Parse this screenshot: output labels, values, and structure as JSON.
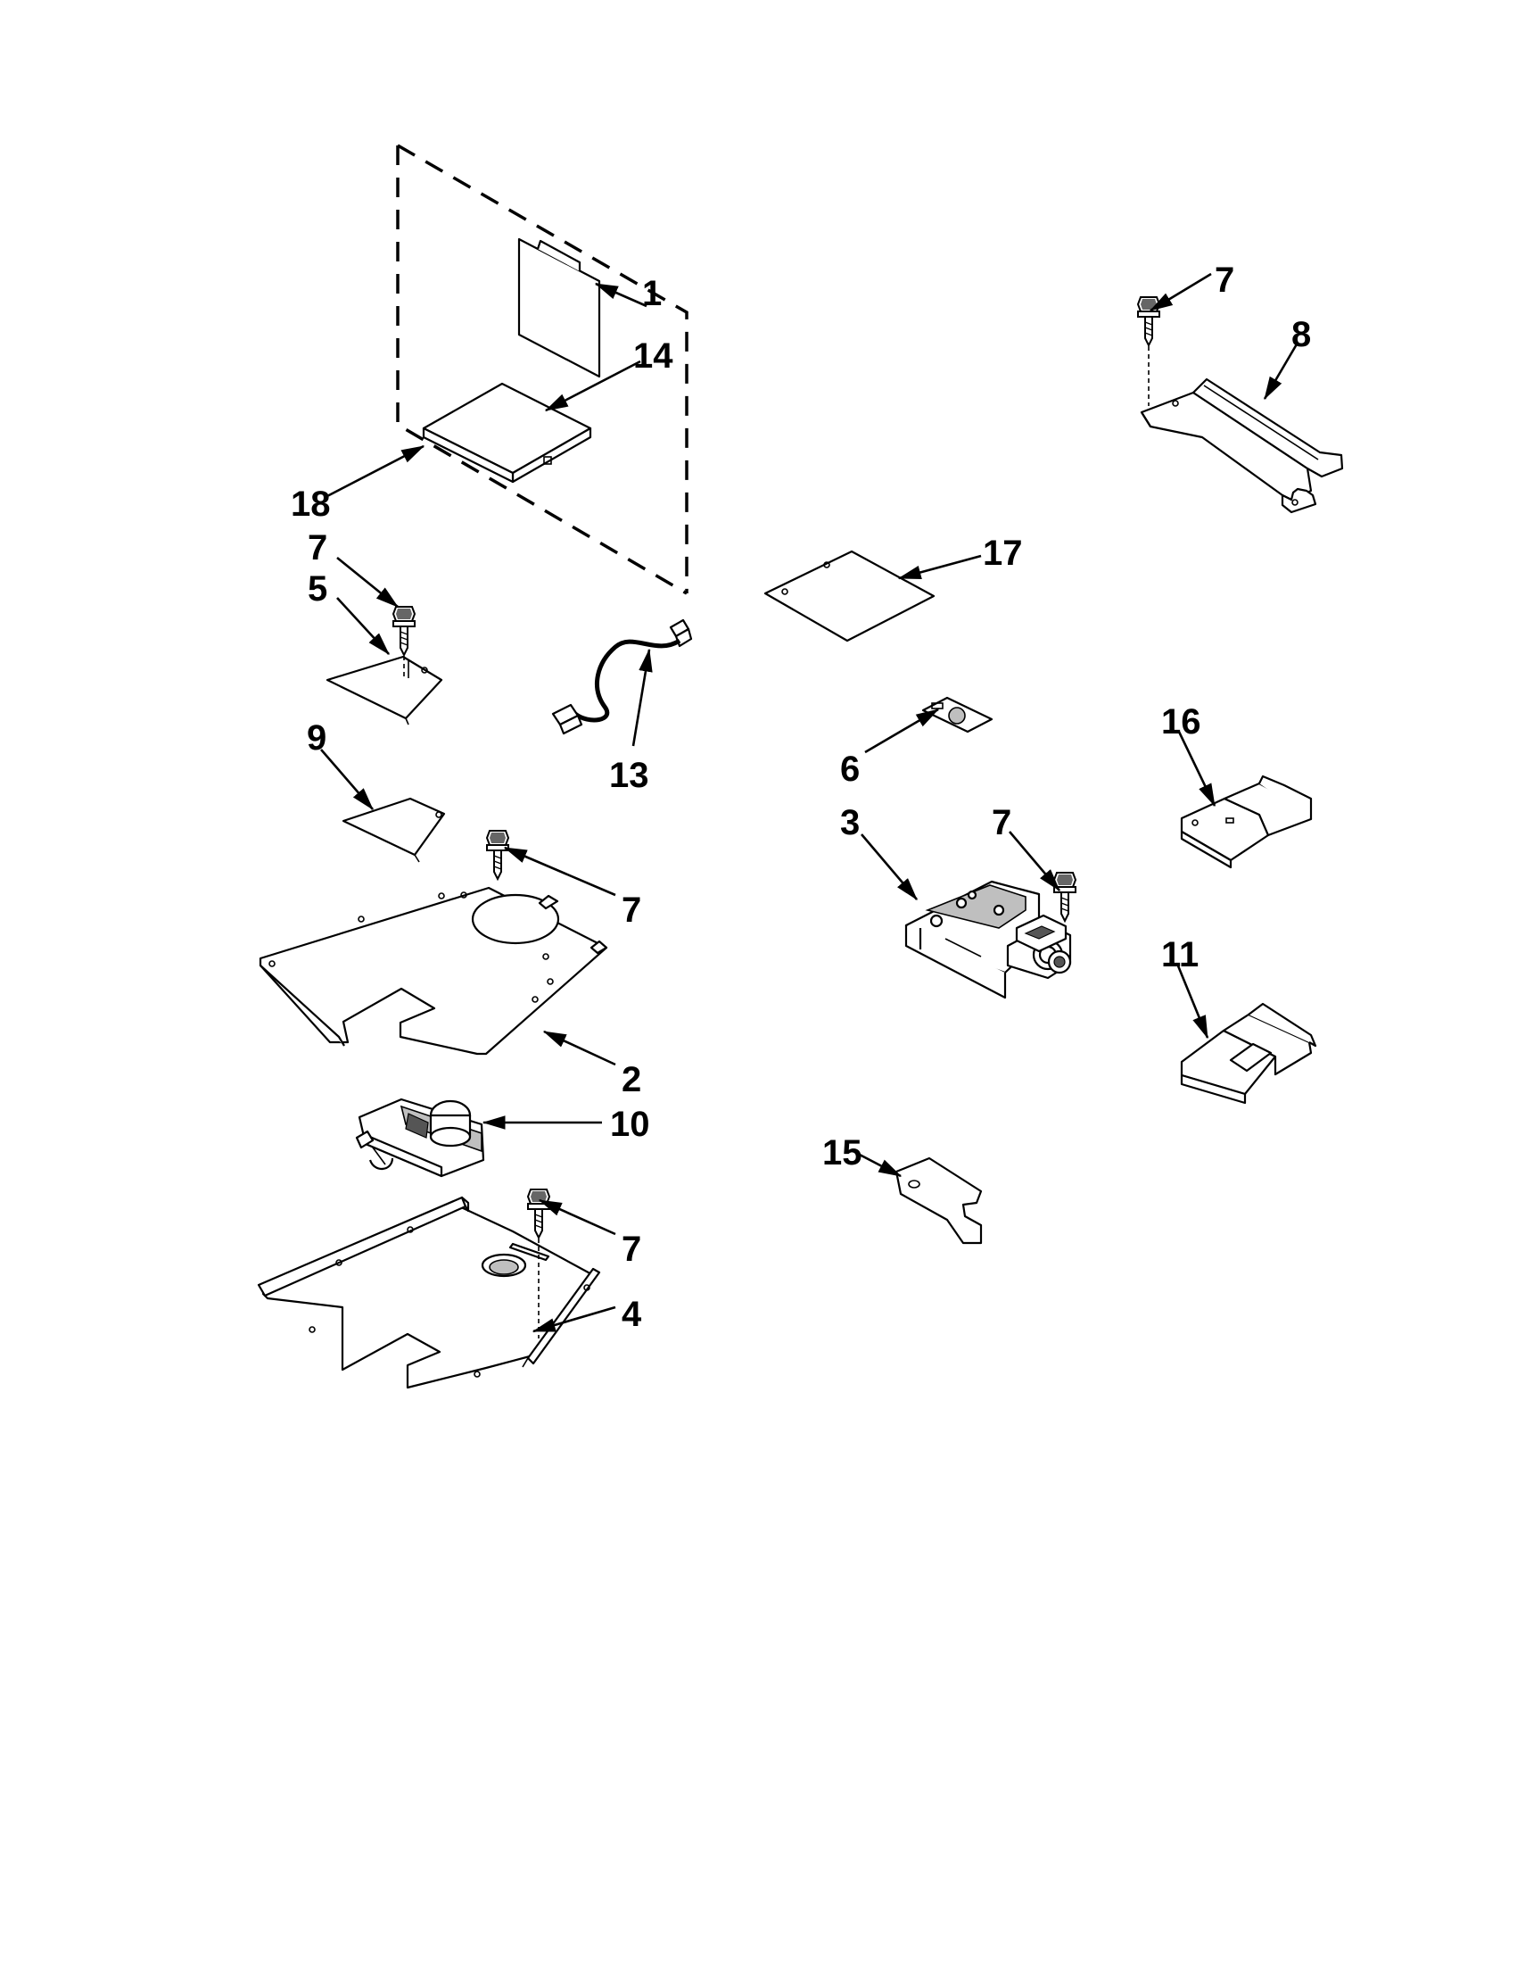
{
  "callouts": [
    {
      "id": "c1",
      "text": "1"
    },
    {
      "id": "c14",
      "text": "14"
    },
    {
      "id": "c18",
      "text": "18"
    },
    {
      "id": "c7a",
      "text": "7"
    },
    {
      "id": "c5",
      "text": "5"
    },
    {
      "id": "c9",
      "text": "9"
    },
    {
      "id": "c13",
      "text": "13"
    },
    {
      "id": "c7b",
      "text": "7"
    },
    {
      "id": "c2",
      "text": "2"
    },
    {
      "id": "c10",
      "text": "10"
    },
    {
      "id": "c7c",
      "text": "7"
    },
    {
      "id": "c4",
      "text": "4"
    },
    {
      "id": "c7d",
      "text": "7"
    },
    {
      "id": "c8",
      "text": "8"
    },
    {
      "id": "c17",
      "text": "17"
    },
    {
      "id": "c6",
      "text": "6"
    },
    {
      "id": "c3",
      "text": "3"
    },
    {
      "id": "c7e",
      "text": "7"
    },
    {
      "id": "c16",
      "text": "16"
    },
    {
      "id": "c11",
      "text": "11"
    },
    {
      "id": "c15",
      "text": "15"
    }
  ],
  "icons": {
    "arrowhead": "arrowhead-icon",
    "screw": "screw-icon"
  },
  "colors": {
    "line": "#000000",
    "background": "#ffffff",
    "shade": "#bfbfbf"
  }
}
